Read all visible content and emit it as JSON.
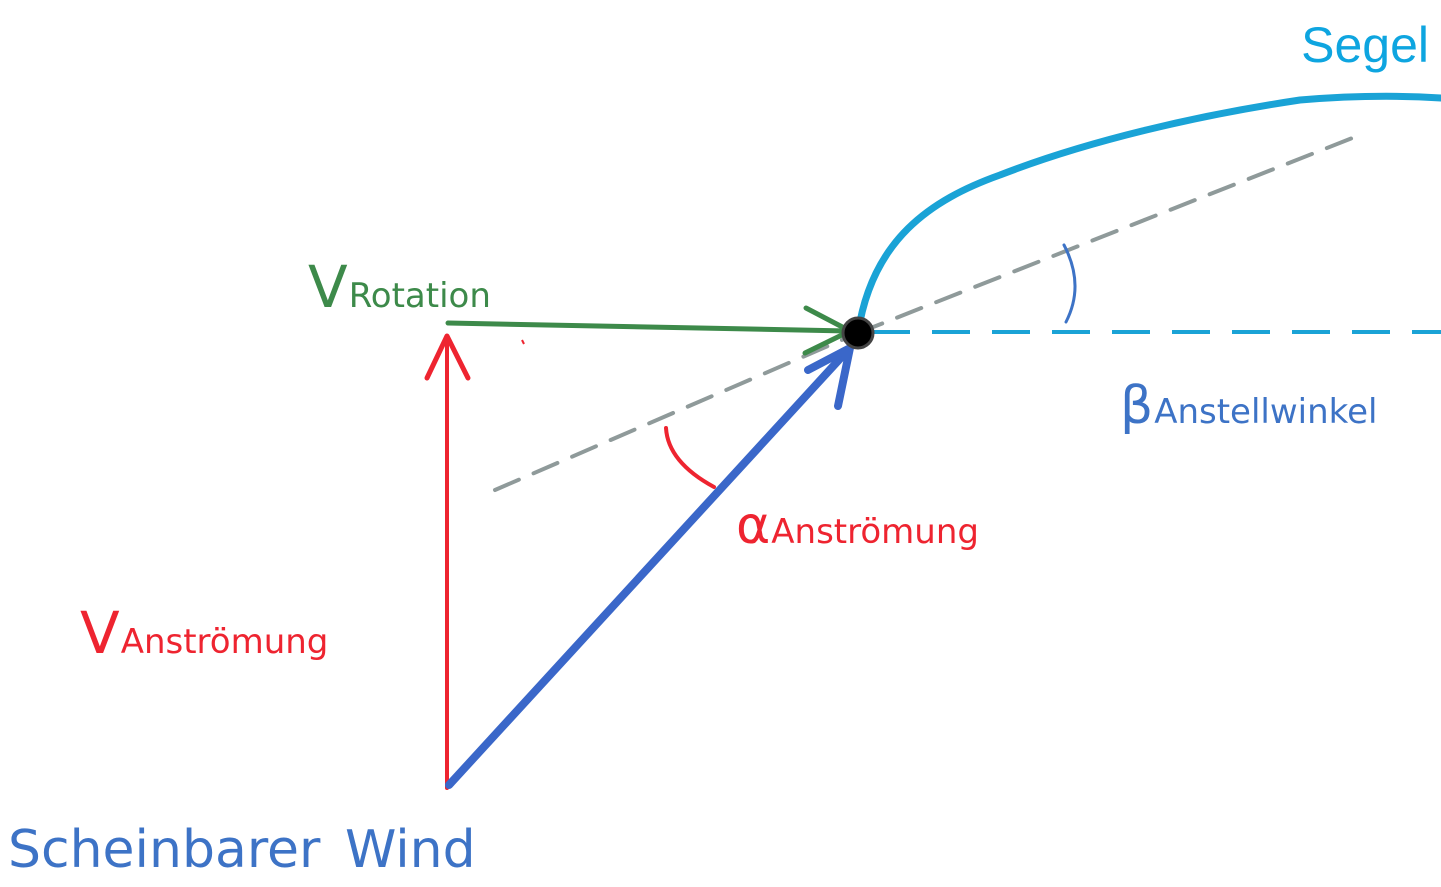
{
  "labels": {
    "segel": "Segel",
    "v_rotation_main": "V",
    "v_rotation_sub": "Rotation",
    "v_anstroemung_main": "V",
    "v_anstroemung_sub": "Anströmung",
    "alpha_main": "α",
    "alpha_sub": "Anströmung",
    "beta_main": "β",
    "beta_sub": "Anstellwinkel",
    "scheinbarer_wind": "Scheinbarer  Wind"
  },
  "colors": {
    "segel": "#0ea5e0",
    "sail_curve": "#1aa3d6",
    "v_rotation": "#3d8a4a",
    "v_anstroemung": "#ee2430",
    "alpha": "#ee2430",
    "beta": "#3d73c6",
    "apparent_wind_arrow": "#3a67c9",
    "scheinbarer_wind": "#3d73c6",
    "reference_dashed": "#8f9a9a",
    "horizontal_dashed": "#1aa3d6",
    "pivot_point": "#000000"
  }
}
